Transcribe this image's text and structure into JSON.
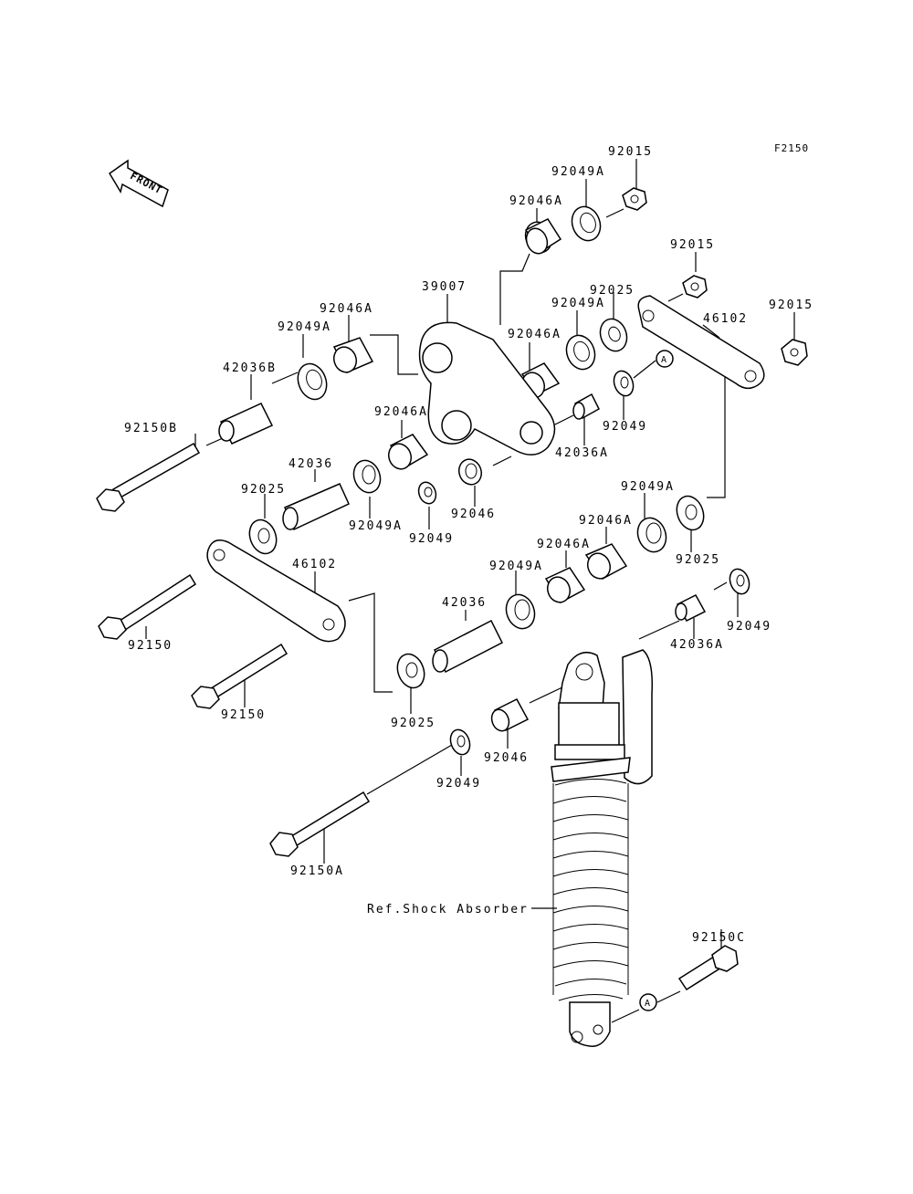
{
  "figure_code": "F2150",
  "front_label": "FRONT",
  "callout_a": "A",
  "labels": {
    "p92015_top": "92015",
    "p92049A_top": "92049A",
    "p92046A_top": "92046A",
    "p92015_mid": "92015",
    "p92025_top": "92025",
    "p39007": "39007",
    "p92046A_left": "92046A",
    "p92049A_left": "92049A",
    "p92049A_mid": "92049A",
    "p92046A_mid": "92046A",
    "p46102_right": "46102",
    "p92015_right": "92015",
    "p42036B": "42036B",
    "p92150B": "92150B",
    "p92046A_center": "92046A",
    "p92049_upper": "92049",
    "p42036A_upper": "42036A",
    "p42036_left": "42036",
    "p92025_left": "92025",
    "p92049A_lower_left": "92049A",
    "p92049_center": "92049",
    "p92046_center": "92046",
    "p92049A_right": "92049A",
    "p92046A_lower": "92046A",
    "p92046A_lower2": "92046A",
    "p92025_right": "92025",
    "p46102_left": "46102",
    "p92049A_lower": "92049A",
    "p42036_lower": "42036",
    "p92049_right": "92049",
    "p42036A_lower": "42036A",
    "p92150_upper": "92150",
    "p92150_lower": "92150",
    "p92025_lower": "92025",
    "p92046_lower": "92046",
    "p92049_lower": "92049",
    "p92150A": "92150A",
    "ref_shock": "Ref.Shock Absorber",
    "p92150C": "92150C"
  }
}
